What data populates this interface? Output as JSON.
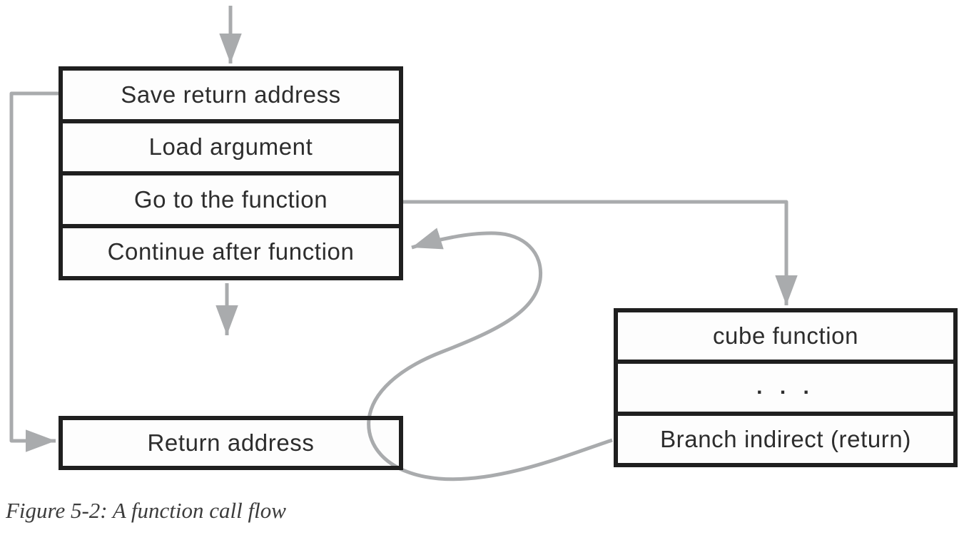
{
  "caption": "Figure 5-2: A function call flow",
  "colors": {
    "line_gray": "#a9abad",
    "border_black": "#1f1f1f",
    "box_fill": "#fdfdfd",
    "text_dark": "#2d2d2d",
    "caption_color": "#3c3c3c",
    "background": "#ffffff"
  },
  "boxes": {
    "caller": {
      "rows": [
        "Save return address",
        "Load argument",
        "Go to the function",
        "Continue after function"
      ]
    },
    "return_address": {
      "rows": [
        "Return address"
      ]
    },
    "cube_function": {
      "rows": [
        "cube function",
        ". . .",
        "Branch indirect (return)"
      ]
    }
  }
}
